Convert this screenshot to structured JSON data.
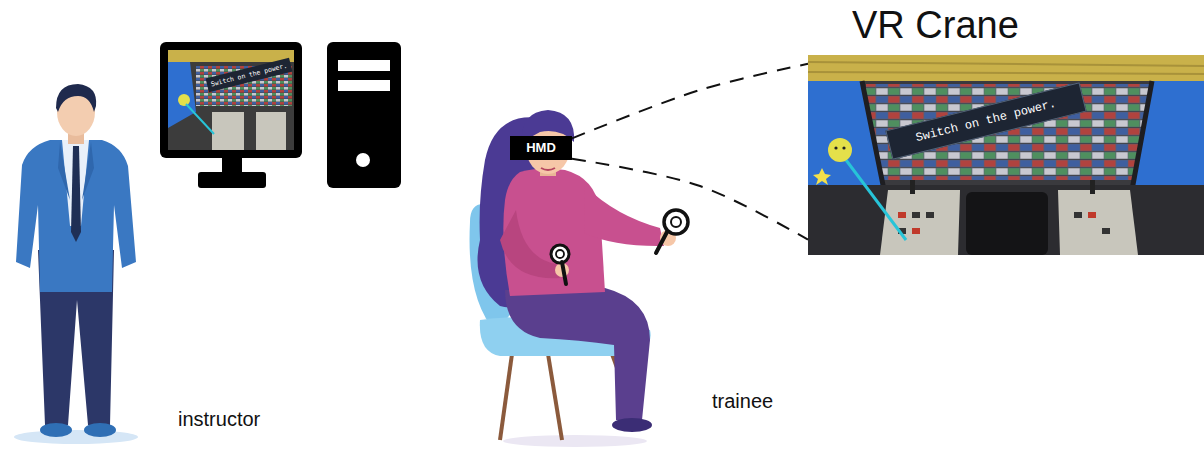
{
  "diagram": {
    "nodes": [
      {
        "text": [
          "Switch on the power."
        ]
      },
      {
        "text": [
          "HMD"
        ]
      },
      {
        "text": [
          "VR Crane"
        ]
      },
      {
        "text": [
          "Switch on the power."
        ],
        "in": 2
      }
    ],
    "edges": [
      {
        "from": 1,
        "to": 2,
        "arrow": "none"
      },
      {
        "from": 1,
        "to": 2,
        "arrow": "none"
      }
    ],
    "labels": [
      "instructor",
      "trainee"
    ]
  }
}
